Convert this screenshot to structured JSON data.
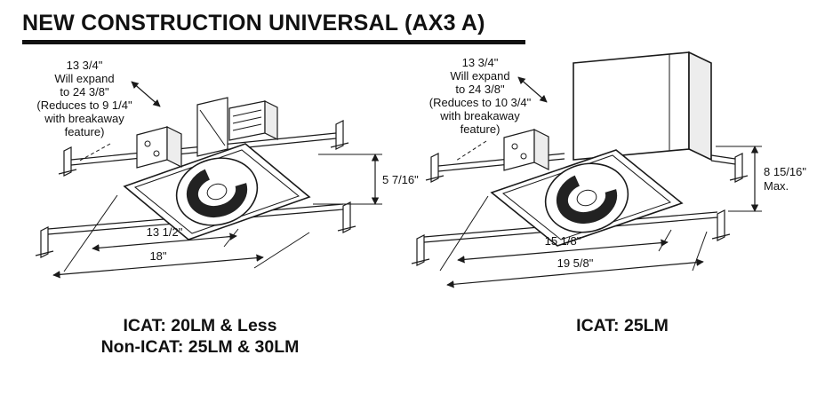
{
  "title": "NEW CONSTRUCTION UNIVERSAL (AX3 A)",
  "ink_color": "#1a1a1a",
  "left_unit": {
    "expand_note": [
      "13 3/4\"",
      "Will expand",
      "to 24 3/8\"",
      "(Reduces to 9 1/4\"",
      "with breakaway",
      "feature)"
    ],
    "height": "5 7/16\"",
    "frame_width": "13 1/2\"",
    "overall_width": "18\"",
    "caption": [
      "ICAT: 20LM & Less",
      "Non-ICAT: 25LM & 30LM"
    ]
  },
  "right_unit": {
    "expand_note": [
      "13 3/4\"",
      "Will expand",
      "to 24 3/8\"",
      "(Reduces to 10 3/4\"",
      "with breakaway",
      "feature)"
    ],
    "height": "8 15/16\"",
    "height_qualifier": "Max.",
    "frame_width": "15 1/8\"",
    "overall_width": "19 5/8\"",
    "caption": [
      "ICAT: 25LM"
    ]
  }
}
